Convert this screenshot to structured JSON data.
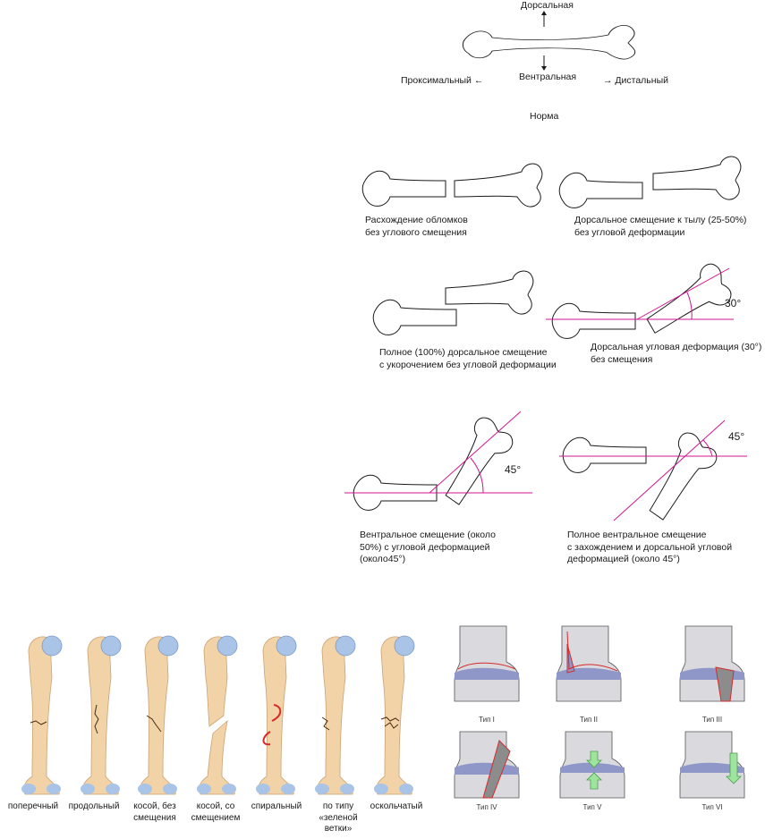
{
  "orientation": {
    "dorsal": "Дорсальная",
    "ventral": "Вентральная",
    "proximal": "Проксимальный ←",
    "distal": "→ Дистальный",
    "norm": "Норма"
  },
  "displacement_types": [
    {
      "line1": "Расхождение обломков",
      "line2": "без углового смещения",
      "line3": ""
    },
    {
      "line1": "Дорсальное смещение к тылу (25-50%)",
      "line2": "без угловой деформации",
      "line3": ""
    },
    {
      "line1": "Полное (100%) дорсальное смещение",
      "line2": "с укорочением без угловой деформации",
      "line3": ""
    },
    {
      "line1": "Дорсальная угловая деформация (30°)",
      "line2": "без смещения",
      "line3": ""
    },
    {
      "line1": "Вентральное смещение (около",
      "line2": "50%) с угловой деформацией",
      "line3": "(около45°)"
    },
    {
      "line1": "Полное вентральное смещение",
      "line2": "с захождением и дорсальной угловой",
      "line3": "деформацией (около 45°)"
    }
  ],
  "angles": [
    "30°",
    "45°",
    "45°"
  ],
  "fracture_types": [
    {
      "line1": "поперечный",
      "line2": ""
    },
    {
      "line1": "продольный",
      "line2": ""
    },
    {
      "line1": "косой, без",
      "line2": "смещения"
    },
    {
      "line1": "косой, со",
      "line2": "смещением"
    },
    {
      "line1": "спиральный",
      "line2": ""
    },
    {
      "line1": "по типу",
      "line2": "«зеленой ветки»"
    },
    {
      "line1": "оскольчатый",
      "line2": ""
    }
  ],
  "physeal_types": [
    "Тип I",
    "Тип II",
    "Тип III",
    "Тип IV",
    "Тип V",
    "Тип VI"
  ],
  "colors": {
    "angle_line": "#d1168f",
    "bone_fill": "#f2d3a8",
    "bone_head": "#a9c4e6",
    "physis": "#8e97c8",
    "fracture_red": "#d62b2b",
    "arrow_green": "#9ee39e"
  }
}
